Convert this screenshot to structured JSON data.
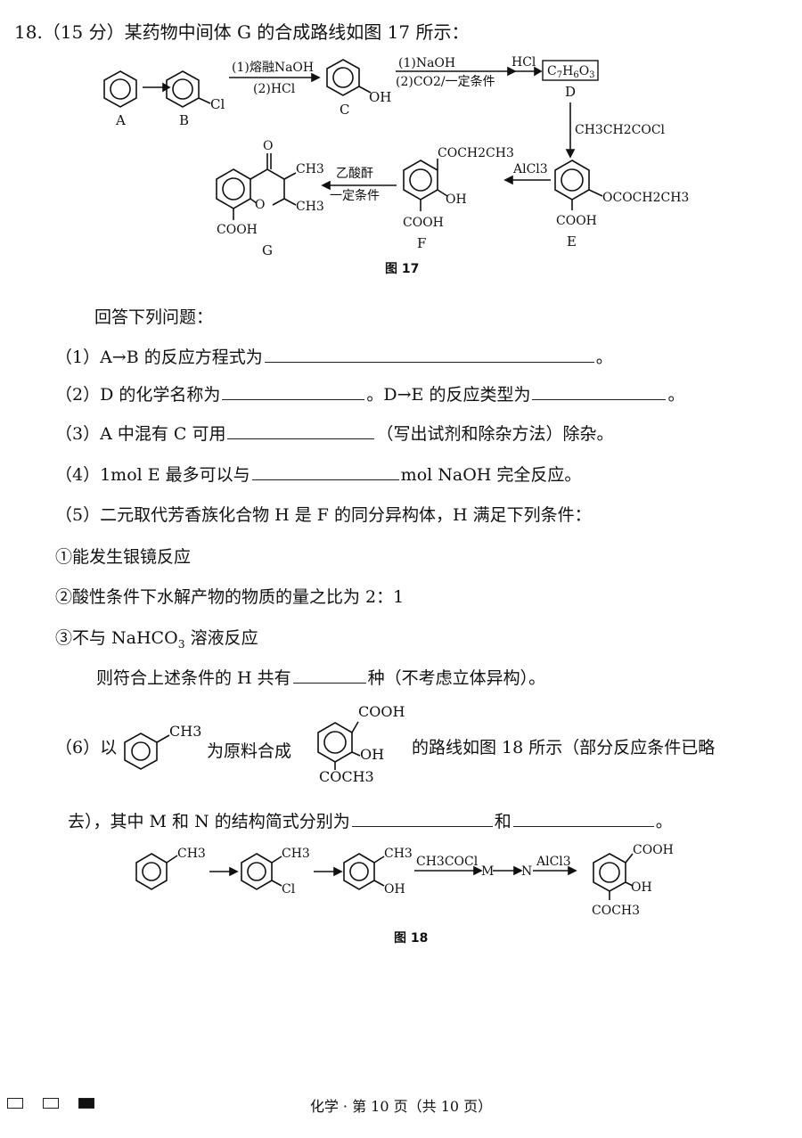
{
  "question": {
    "header": "18.（15 分）某药物中间体 G 的合成路线如图 17 所示：",
    "figure17": {
      "caption": "图 17",
      "compounds": {
        "A": "A",
        "B": "B",
        "C": "C",
        "D": "D",
        "E": "E",
        "F": "F",
        "G": "G",
        "D_formula": "C7H6O3"
      },
      "substituents": {
        "cl": "Cl",
        "oh": "OH",
        "cooh": "COOH",
        "ococh2ch3": "OCOCH2CH3",
        "coch2ch3": "COCH2CH3",
        "ch3": "CH3",
        "o": "O"
      },
      "reagents": {
        "b_to_c_1": "(1)熔融NaOH",
        "b_to_c_2": "(2)HCl",
        "c_to_d_1": "(1)NaOH",
        "c_to_d_2": "(2)CO2/一定条件",
        "hcl": "HCl",
        "d_to_e": "CH3CH2COCl",
        "e_to_f": "AlCl3",
        "f_to_g_1": "乙酸酐",
        "f_to_g_2": "一定条件"
      }
    },
    "prompt": "回答下列问题：",
    "parts": {
      "p1": {
        "a": "（1）A→B 的反应方程式为",
        "b": "。"
      },
      "p2": {
        "a": "（2）D 的化学名称为",
        "b": "。D→E 的反应类型为",
        "c": "。"
      },
      "p3": {
        "a": "（3）A 中混有 C 可用",
        "b": "（写出试剂和除杂方法）除杂。"
      },
      "p4": {
        "a": "（4）1mol E 最多可以与",
        "b": "mol NaOH 完全反应。"
      },
      "p5": {
        "intro": "（5）二元取代芳香族化合物 H 是 F 的同分异构体，H 满足下列条件：",
        "cond1": "①能发生银镜反应",
        "cond2": "②酸性条件下水解产物的物质的量之比为 2：1",
        "cond3_a": "③不与 NaHCO",
        "cond3_sub": "3",
        "cond3_b": " 溶液反应",
        "ask_a": "则符合上述条件的 H 共有",
        "ask_b": "种（不考虑立体异构）。"
      },
      "p6": {
        "a": "（6）以",
        "b": "为原料合成",
        "c": "的路线如图 18 所示（部分反应条件已略",
        "d": "去），其中 M 和 N 的结构简式分别为",
        "e": "和",
        "f": "。"
      }
    },
    "figure18": {
      "caption": "图 18",
      "ch3": "CH3",
      "cl": "Cl",
      "oh": "OH",
      "cooh": "COOH",
      "coch3": "COCH3",
      "reagent1": "CH3COCl",
      "reagent2": "AlCl3",
      "m": "M",
      "n": "N"
    }
  },
  "footer": {
    "text": "化学 · 第 10 页（共 10 页）"
  }
}
